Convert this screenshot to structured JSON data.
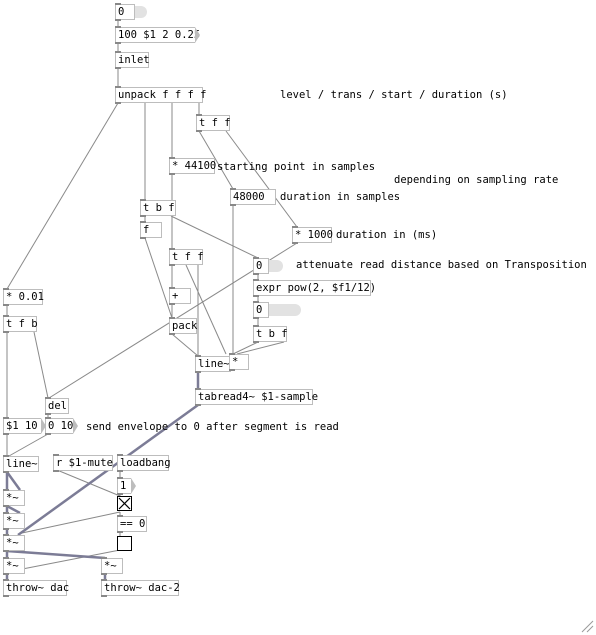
{
  "boxes": {
    "num0": "0",
    "msg100": "100 $1 2 0.25",
    "inlet": "inlet",
    "unpack": "unpack f f f f",
    "tff1": "t f f",
    "mul44100": "* 44100",
    "mul48000": "48000",
    "tbf1": "t b f",
    "mul1000": "* 1000",
    "f": "f",
    "tff2": "t f f",
    "num0b": "0",
    "expr": "expr pow(2, $f1/12)",
    "mul001": "* 0.01",
    "tfb": "t f b",
    "plus": "+",
    "pack": "pack",
    "num0c": "0",
    "tbf2": "t b f",
    "star": "*",
    "lineSig": "line~",
    "tabread": "tabread4~ $1-sample",
    "del": "del",
    "msg110": "$1 10",
    "msg010": "0 10",
    "line2": "line~",
    "rmute": "r $1-mute",
    "loadbang": "loadbang",
    "msg1": "1",
    "mulA": "*~",
    "mulB": "*~",
    "eq0": "== 0",
    "mulC": "*~",
    "mulD": "*~",
    "mulE": "*~",
    "throw1": "throw~ dac",
    "throw2": "throw~ dac-2"
  },
  "comments": {
    "level": "level / trans / start / duration (s)",
    "start": "starting point in samples",
    "rate": "depending on sampling rate",
    "dur_samples": "duration in samples",
    "dur_ms": "duration in (ms)",
    "attenuate": "attenuate read distance based on Transposition",
    "envelope": "send envelope to 0 after segment is read"
  }
}
